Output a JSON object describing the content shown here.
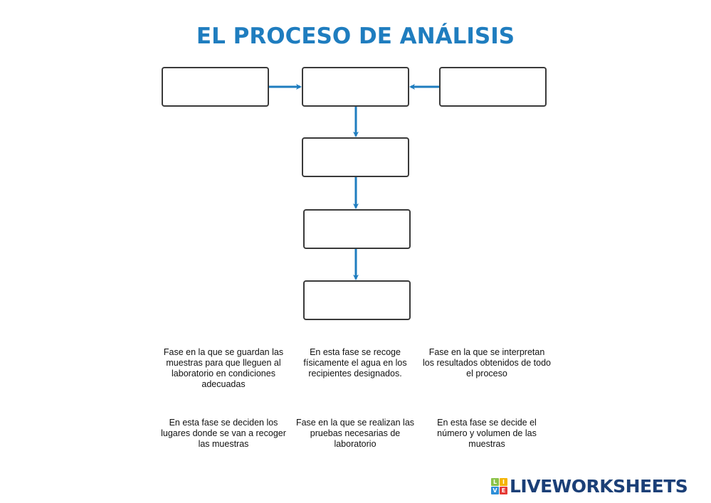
{
  "title": "EL PROCESO DE ANÁLISIS",
  "colors": {
    "title": "#1f7dbf",
    "arrow": "#1f7dbf",
    "box_border": "#3a3a3a",
    "logo_text": "#1b3f77"
  },
  "diagram": {
    "boxes": [
      {
        "id": "top-left",
        "text": ""
      },
      {
        "id": "top-center",
        "text": ""
      },
      {
        "id": "top-right",
        "text": ""
      },
      {
        "id": "middle-1",
        "text": ""
      },
      {
        "id": "middle-2",
        "text": ""
      },
      {
        "id": "bottom",
        "text": ""
      }
    ],
    "arrows": [
      {
        "from": "top-left",
        "to": "top-center"
      },
      {
        "from": "top-right",
        "to": "top-center"
      },
      {
        "from": "top-center",
        "to": "middle-1"
      },
      {
        "from": "middle-1",
        "to": "middle-2"
      },
      {
        "from": "middle-2",
        "to": "bottom"
      }
    ]
  },
  "descriptions": [
    "Fase en la que se guardan las muestras para que lleguen al laboratorio en condiciones adecuadas",
    "En esta fase se recoge físicamente el agua en los recipientes designados.",
    "Fase en la que se interpretan los resultados obtenidos de todo el proceso",
    "En esta fase se deciden los lugares donde se van a recoger las muestras",
    "Fase en la que se realizan las pruebas necesarias de laboratorio",
    "En esta fase se decide el número y volumen de las muestras"
  ],
  "logo": {
    "text": "LIVEWORKSHEETS",
    "tiles": [
      {
        "letter": "L",
        "color": "#8bc34a"
      },
      {
        "letter": "I",
        "color": "#f5b400"
      },
      {
        "letter": "V",
        "color": "#2e8fd8"
      },
      {
        "letter": "E",
        "color": "#e53935"
      }
    ]
  }
}
